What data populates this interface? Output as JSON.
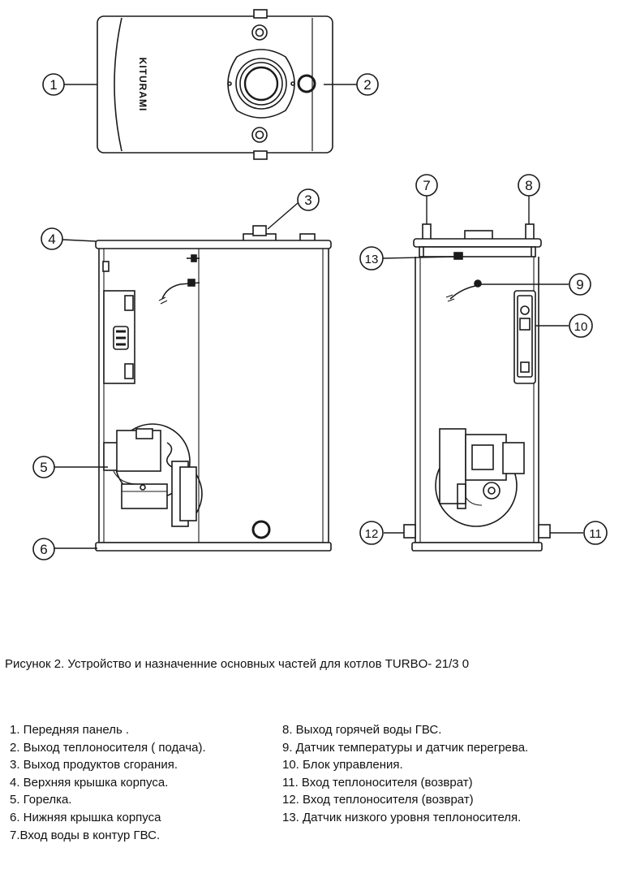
{
  "callouts": [
    "1",
    "2",
    "3",
    "4",
    "5",
    "6",
    "7",
    "8",
    "9",
    "10",
    "11",
    "12",
    "13"
  ],
  "caption": "Рисунок 2.  Устройство и назначенние основных частей  для котлов TURBO- 21/3 0",
  "legend_left": [
    "1.  Передняя панель .",
    "2.  Выход теплоносителя ( подача).",
    "3. Выход продуктов сгорания.",
    "4. Верхняя крышка корпуса.",
    "5. Горелка.",
    "6. Нижняя крышка корпуса",
    "7.Вход воды в контур ГВС."
  ],
  "legend_right": [
    "8.  Выход горячей воды ГВС.",
    "9.  Датчик температуры и датчик перегрева.",
    "10.  Блок управления.",
    "11.  Вход  теплоносителя (возврат)",
    "12. Вход  теплоносителя (возврат)",
    "13. Датчик низкого уровня теплоносителя."
  ],
  "brand_mark": "KITURAMI",
  "colors": {
    "line": "#1a1a1a",
    "fill": "#ffffff"
  }
}
